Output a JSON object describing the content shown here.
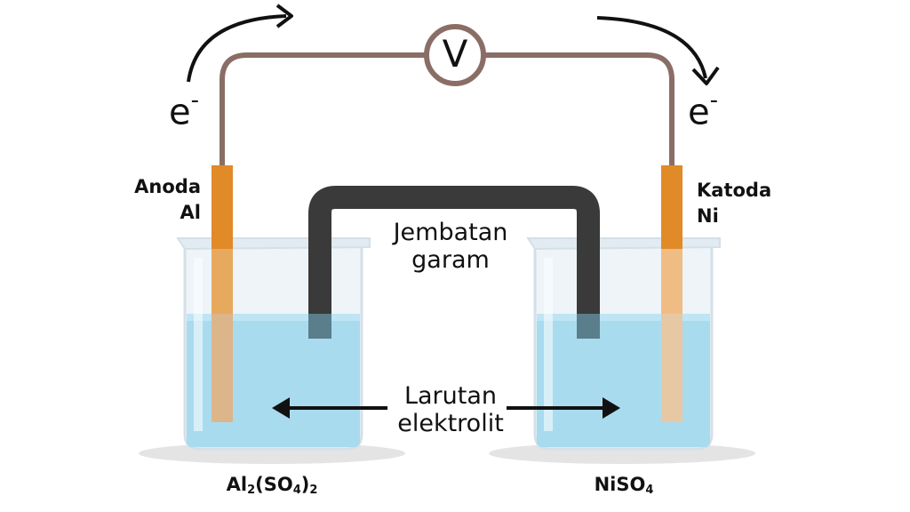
{
  "voltmeter": {
    "symbol": "V"
  },
  "electron": {
    "left": {
      "base": "e",
      "sup": "-"
    },
    "right": {
      "base": "e",
      "sup": "-"
    }
  },
  "anode": {
    "line1": "Anoda",
    "line2": "Al"
  },
  "cathode": {
    "line1": "Katoda",
    "line2": "Ni"
  },
  "salt_bridge": {
    "line1": "Jembatan",
    "line2": "garam"
  },
  "electrolyte": {
    "line1": "Larutan",
    "line2": "elektrolit"
  },
  "left_solution": {
    "part1": "Al",
    "sub1": "2",
    "part2": "(SO",
    "sub2": "4",
    "part3": ")",
    "sub3": "2"
  },
  "right_solution": {
    "part1": "NiSO",
    "sub1": "4"
  },
  "colors": {
    "wire": "#8a6e66",
    "electrode": "#e08a28",
    "salt_bridge": "#3a3a3a",
    "solution": "#a9dbef",
    "beaker_glass": "#e9f1f6"
  }
}
